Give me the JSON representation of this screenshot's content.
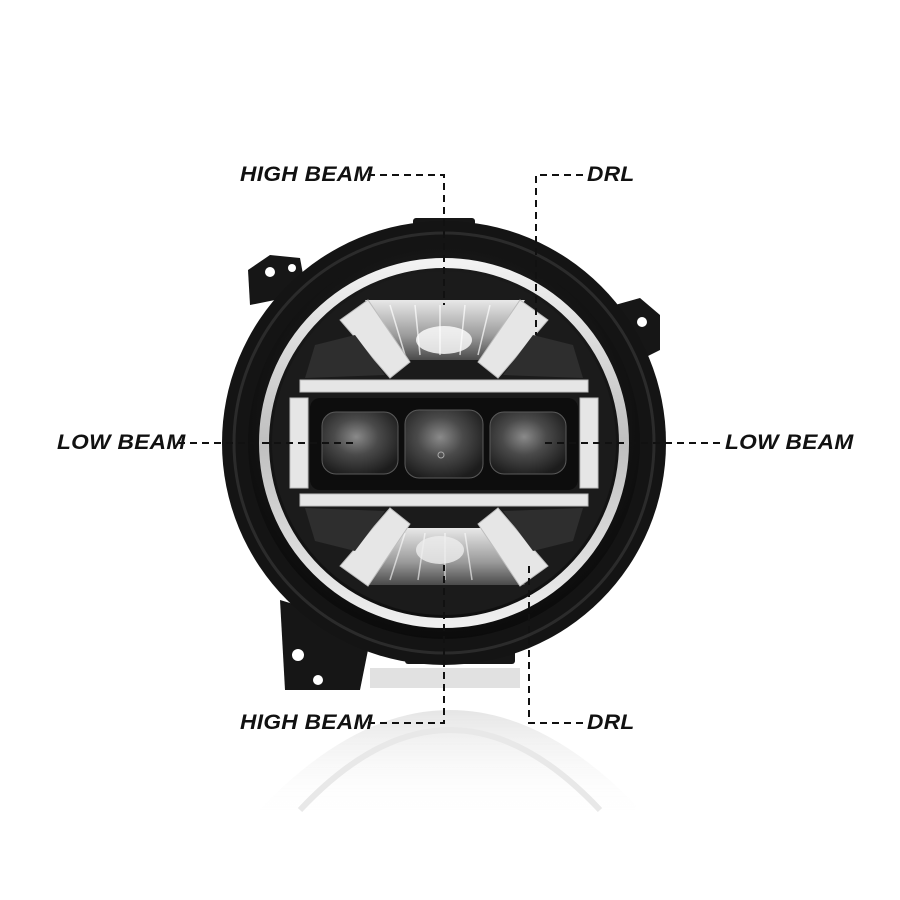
{
  "image": {
    "subject": "round LED headlight product diagram",
    "background_color": "#ffffff",
    "line_color": "#111111"
  },
  "callouts": {
    "top_left": {
      "label": "HIGH BEAM"
    },
    "top_right": {
      "label": "DRL"
    },
    "middle_left": {
      "label": "LOW BEAM"
    },
    "middle_right": {
      "label": "LOW BEAM"
    },
    "bottom_left": {
      "label": "HIGH BEAM"
    },
    "bottom_right": {
      "label": "DRL"
    }
  }
}
